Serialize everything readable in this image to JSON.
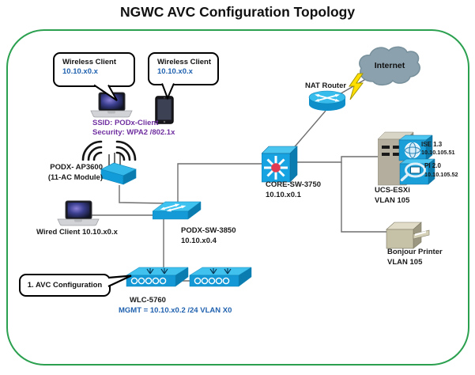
{
  "title": "NGWC AVC Configuration Topology",
  "colors": {
    "border_green": "#2ba04f",
    "cisco_blue": "#149bd7",
    "ip_text_blue": "#2062af",
    "wifi_text_purple": "#7030a0",
    "cloud_gray": "#8ba1ad",
    "lightning_yellow": "#ffdf00"
  },
  "nodes": {
    "wireless_client_1": {
      "label": "Wireless Client",
      "ip": "10.10.x0.x"
    },
    "wireless_client_2": {
      "label": "Wireless Client",
      "ip": "10.10.x0.x"
    },
    "wifi": {
      "ssid": "SSID: PODx-Client",
      "security": "Security: WPA2 /802.1x"
    },
    "access_point": {
      "name": "PODX- AP3600",
      "module": "(11-AC Module)"
    },
    "wired_client": {
      "label": "Wired Client 10.10.x0.x"
    },
    "access_switch": {
      "name": "PODX-SW-3850",
      "ip": "10.10.x0.4"
    },
    "core_switch": {
      "name": "CORE-SW-3750",
      "ip": "10.10.x0.1"
    },
    "nat_router": {
      "label": "NAT Router"
    },
    "internet": {
      "label": "Internet"
    },
    "ise": {
      "name": "ISE 1.3",
      "ip": "10.10.105.51"
    },
    "pi": {
      "name": "PI 2.0",
      "ip": "10.10.105.52"
    },
    "ucs": {
      "name": "UCS-ESXi",
      "vlan": "VLAN 105"
    },
    "printer": {
      "name": "Bonjour Printer",
      "vlan": "VLAN 105"
    },
    "wlc": {
      "name": "WLC-5760",
      "mgmt": "MGMT = 10.10.x0.2 /24 VLAN X0"
    },
    "callout": {
      "label": "1. AVC Configuration"
    }
  }
}
